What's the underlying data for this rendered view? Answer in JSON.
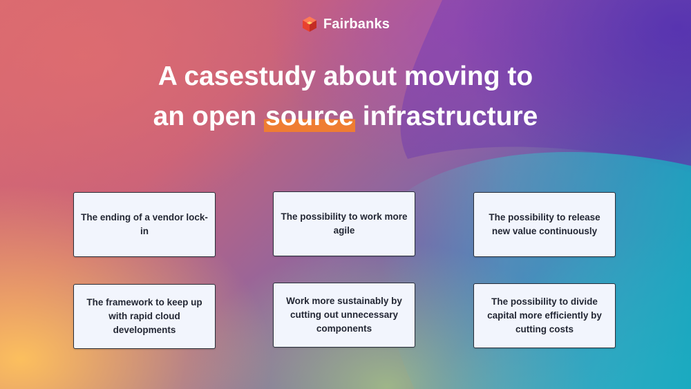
{
  "brand": {
    "name": "Fairbanks",
    "logo_icon": "cube-logo-icon",
    "logo_color": "#ef4a3c"
  },
  "headline": {
    "line1": "A casestudy about moving to",
    "line2_before": "an open ",
    "line2_highlight": "source",
    "line2_after": " infrastructure",
    "highlight_color": "#ef7d32"
  },
  "cards": [
    {
      "text": "The ending of a vendor lock-in"
    },
    {
      "text": "The possibility to work more agile"
    },
    {
      "text": "The possibility to release new value continuously"
    },
    {
      "text": "The framework to keep up with rapid cloud developments"
    },
    {
      "text": "Work more sustainably by cutting out unnecessary components"
    },
    {
      "text": "The possibility to divide capital more efficiently by cutting costs"
    }
  ]
}
